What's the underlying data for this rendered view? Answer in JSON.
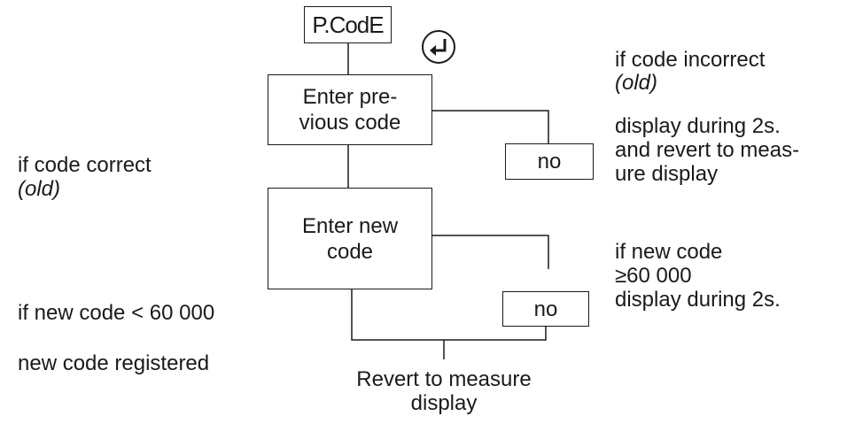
{
  "display_box": {
    "text": "P.CodE"
  },
  "enter_key": {
    "icon": "enter-key-icon",
    "glyph": "↵"
  },
  "boxes": {
    "enter_previous_line1": "Enter pre-",
    "enter_previous_line2": "vious code",
    "no_upper": "no",
    "enter_new_line1": "Enter new",
    "enter_new_line2": "code",
    "no_lower": "no"
  },
  "right_labels": {
    "incorrect_line1": "if code incorrect",
    "incorrect_line2": "(old)",
    "display_2s_line1": "display during 2s.",
    "display_2s_line2": "and revert to meas-",
    "display_2s_line3": "ure display",
    "new_code_line1": "if new code",
    "new_code_line2": "≥60 000",
    "new_code_line3": "display during 2s."
  },
  "left_labels": {
    "correct_line1": "if code correct",
    "correct_line2": "(old)",
    "less_than": "if new code < 60 000",
    "registered": "new code registered"
  },
  "bottom": {
    "revert_line1": "Revert to measure",
    "revert_line2": "display"
  }
}
